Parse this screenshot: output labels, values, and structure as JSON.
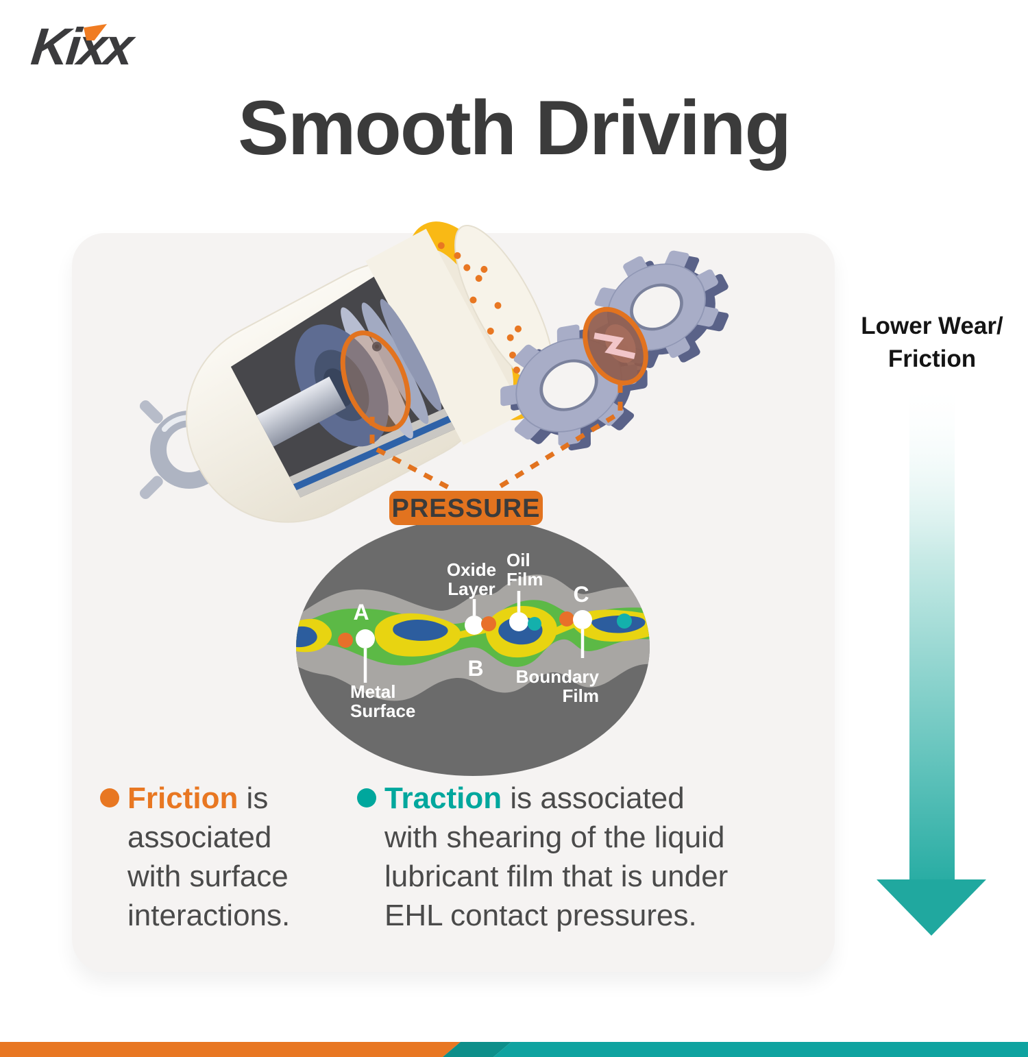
{
  "brand": {
    "logo_text": "Kixx",
    "accent_color": "#F07C22"
  },
  "title": "Smooth Driving",
  "side_note": {
    "line1": "Lower Wear/",
    "line2": "Friction"
  },
  "callout": {
    "pressure_label": "PRESSURE"
  },
  "diagram": {
    "point_a": "A",
    "point_b": "B",
    "point_c": "C",
    "oxide_layer_1": "Oxide",
    "oxide_layer_2": "Layer",
    "oil_film_1": "Oil",
    "oil_film_2": "Film",
    "metal_surface_1": "Metal",
    "metal_surface_2": "Surface",
    "boundary_film_1": "Boundary",
    "boundary_film_2": "Film",
    "colors": {
      "background": "#6B6B6B",
      "metal_band": "#A8A6A3",
      "green": "#5CB946",
      "yellow": "#E8D411",
      "blue": "#2C5D9E",
      "teal_dot": "#14B0AC",
      "orange_dot": "#E8702A"
    }
  },
  "bullets": [
    {
      "term": "Friction",
      "term_color": "#E87722",
      "line1_rest": " is",
      "line2": "associated",
      "line3": "with surface",
      "line4": "interactions."
    },
    {
      "term": "Traction",
      "term_color": "#00A79D",
      "line1_rest": " is associated",
      "line2": "with shearing of the liquid",
      "line3": "lubricant film that is under",
      "line4": "EHL contact pressures."
    }
  ],
  "arrow": {
    "color": "#20A89F"
  },
  "footer": {
    "orange": "#E87722",
    "dark_teal": "#0D8F8A",
    "teal": "#0FA3A0"
  }
}
